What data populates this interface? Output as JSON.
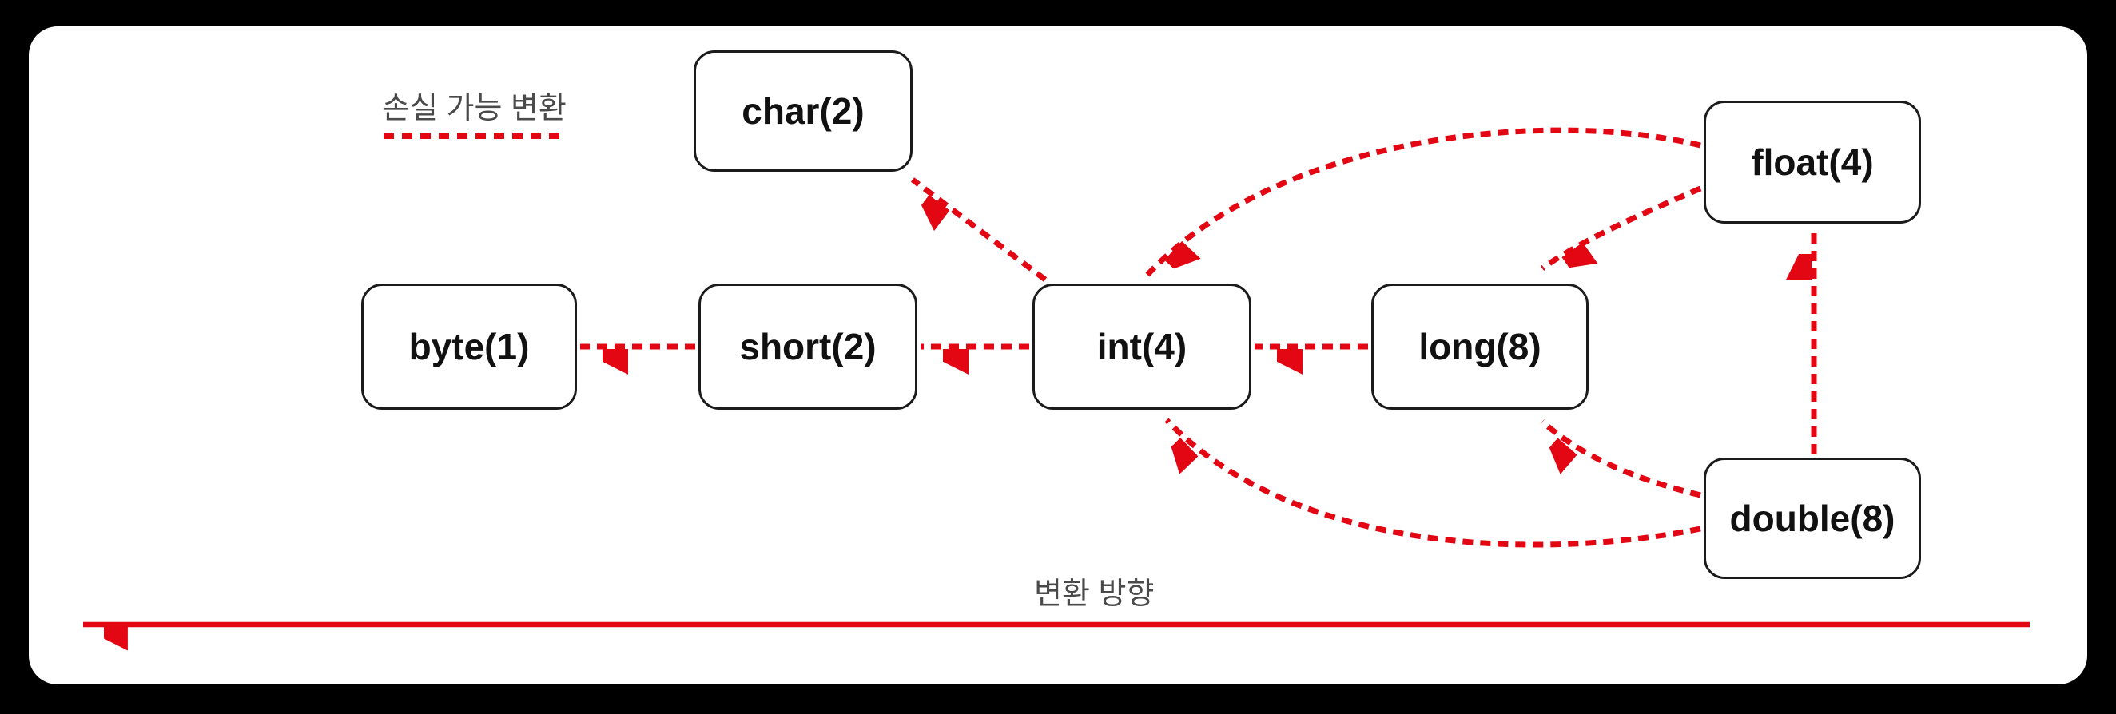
{
  "colors": {
    "accent_red": "#e30613",
    "node_border": "#1b1b1b",
    "node_text": "#111111",
    "label_gray": "#4a4a4a",
    "canvas_bg": "#ffffff",
    "page_bg": "#000000"
  },
  "legend": {
    "lossy_label": "손실 가능 변환",
    "lossy_style": "red-dashed-line"
  },
  "direction_arrow": {
    "label": "변환 방향",
    "direction": "right-to-left",
    "style": "red-solid-arrow"
  },
  "nodes": [
    {
      "id": "char",
      "label": "char(2)"
    },
    {
      "id": "byte",
      "label": "byte(1)"
    },
    {
      "id": "short",
      "label": "short(2)"
    },
    {
      "id": "int",
      "label": "int(4)"
    },
    {
      "id": "long",
      "label": "long(8)"
    },
    {
      "id": "float",
      "label": "float(4)"
    },
    {
      "id": "double",
      "label": "double(8)"
    }
  ],
  "edges": [
    {
      "from": "short",
      "to": "byte",
      "type": "lossy-dashed"
    },
    {
      "from": "int",
      "to": "short",
      "type": "lossy-dashed"
    },
    {
      "from": "long",
      "to": "int",
      "type": "lossy-dashed"
    },
    {
      "from": "int",
      "to": "char",
      "type": "lossy-dashed"
    },
    {
      "from": "float",
      "to": "int",
      "type": "lossy-dashed"
    },
    {
      "from": "float",
      "to": "long",
      "type": "lossy-dashed"
    },
    {
      "from": "double",
      "to": "float",
      "type": "lossy-dashed"
    },
    {
      "from": "double",
      "to": "long",
      "type": "lossy-dashed"
    },
    {
      "from": "double",
      "to": "int",
      "type": "lossy-dashed"
    }
  ]
}
